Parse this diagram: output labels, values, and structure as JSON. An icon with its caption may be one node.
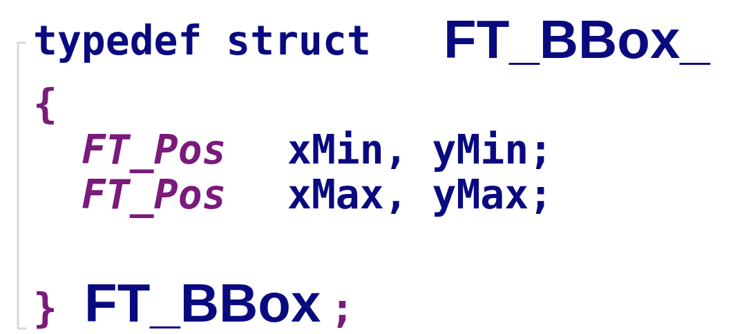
{
  "diagram": {
    "labels": [
      "typedef struct",
      "FT_BBox_",
      "{",
      "FT_Pos",
      "xMin, yMin;",
      "FT_Pos",
      "xMax, yMax;",
      "}",
      "FT_BBox",
      ";"
    ]
  }
}
